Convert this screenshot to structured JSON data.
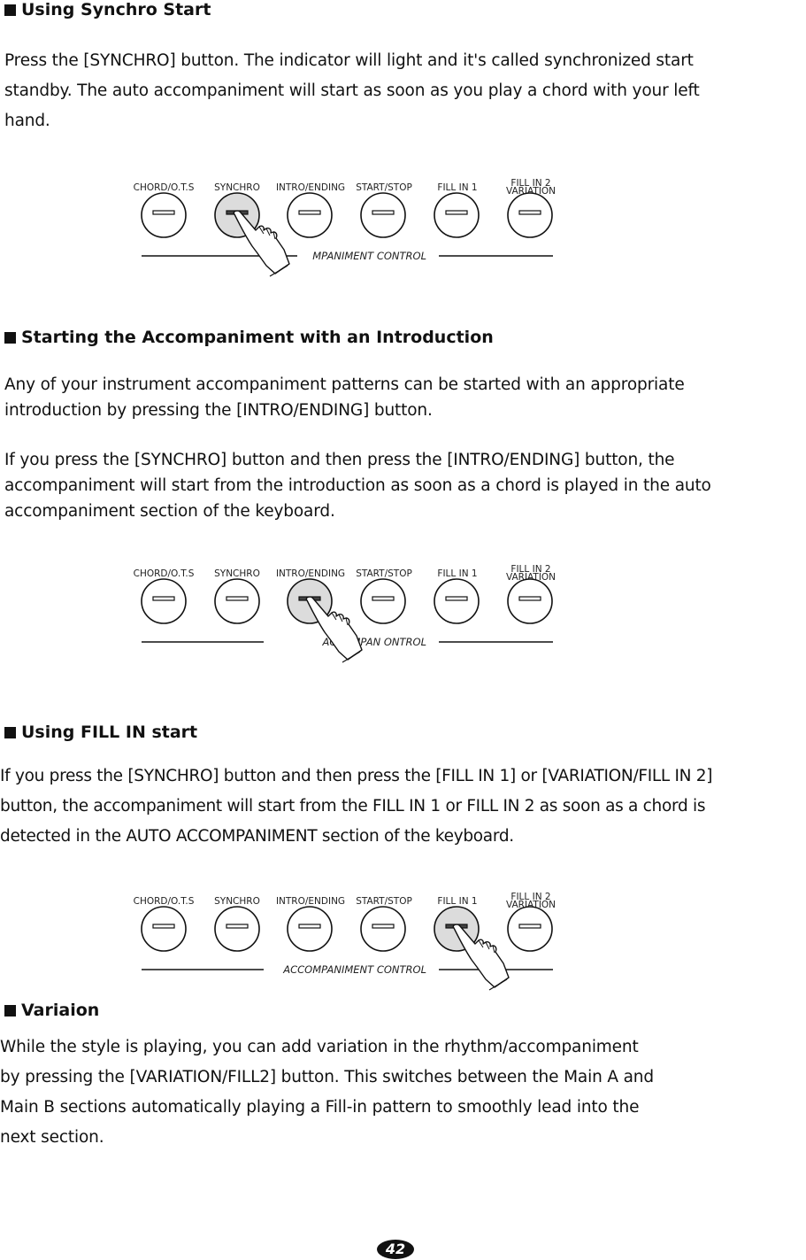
{
  "sections": [
    {
      "heading": "Using Synchro Start",
      "paragraphs": [
        [
          "Press the [SYNCHRO] button. The indicator will light and it's called synchronized start",
          "standby. The auto accompaniment will start as soon as you play a chord with your left",
          "hand."
        ]
      ]
    },
    {
      "heading": "Starting the Accompaniment with an Introduction",
      "paragraphs": [
        [
          "Any of your instrument accompaniment patterns can be started with an appropriate",
          "introduction by pressing the [INTRO/ENDING] button."
        ],
        [
          "If you press the [SYNCHRO] button and then press the [INTRO/ENDING] button, the",
          "accompaniment will start from the introduction as soon as a chord is played in the auto",
          "accompaniment section of the keyboard."
        ]
      ]
    },
    {
      "heading": "Using FILL IN start",
      "paragraphs": [
        [
          "If you press the [SYNCHRO] button and then press the [FILL IN 1] or [VARIATION/FILL IN 2]",
          "button, the accompaniment will start from the FILL IN 1 or FILL IN 2 as soon as a chord is",
          "detected in the AUTO ACCOMPANIMENT section of the keyboard."
        ]
      ]
    },
    {
      "heading": "Variaion",
      "paragraphs": [
        [
          "While the style is playing, you can add variation in the rhythm/accompaniment",
          "by pressing the [VARIATION/FILL2] button. This switches between the Main A and",
          "Main B sections automatically playing a Fill-in pattern to smoothly lead into the",
          "next section."
        ]
      ]
    }
  ],
  "panels": [
    {
      "buttons": [
        "CHORD/O.T.S",
        "SYNCHRO",
        "INTRO/ENDING",
        "START/STOP",
        "FILL IN 1",
        [
          "FILL IN 2",
          "VARIATION"
        ]
      ],
      "pressed": 1,
      "control_label": "MPANIMENT CONTROL"
    },
    {
      "buttons": [
        "CHORD/O.T.S",
        "SYNCHRO",
        "INTRO/ENDING",
        "START/STOP",
        "FILL IN 1",
        [
          "FILL IN 2",
          "VARIATION"
        ]
      ],
      "pressed": 2,
      "control_label": "ACCOMPAN        ONTROL"
    },
    {
      "buttons": [
        "CHORD/O.T.S",
        "SYNCHRO",
        "INTRO/ENDING",
        "START/STOP",
        "FILL IN 1",
        [
          "FILL IN 2",
          "VARIATION"
        ]
      ],
      "pressed": 4,
      "control_label": "ACCOMPANIMENT CONTROL"
    }
  ],
  "colors": {
    "pressed_fill": "#dcdcdc",
    "ink": "#111111"
  },
  "icons": {
    "hand": "pointing-hand-icon",
    "bullet": "square-bullet-icon"
  },
  "page_number": "42"
}
